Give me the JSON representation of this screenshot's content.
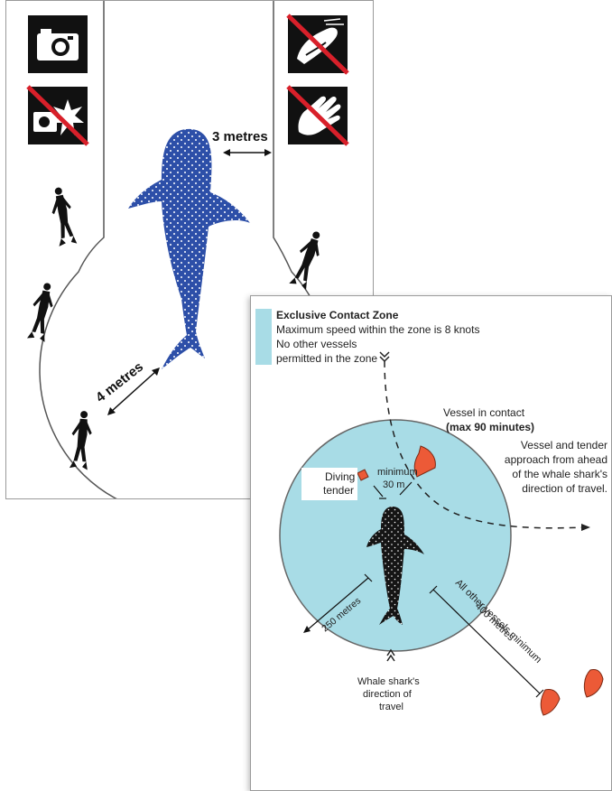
{
  "top_panel": {
    "distance_whale_side": "3 metres",
    "distance_whale_tail": "4 metres"
  },
  "bottom_panel": {
    "legend": {
      "title": "Exclusive Contact Zone",
      "line1": "Maximum speed within the zone is 8 knots",
      "line2": "No other vessels",
      "line3": "permitted in the zone"
    },
    "vessel_in_contact": "Vessel in contact",
    "vessel_in_contact_limit": "(max 90 minutes)",
    "approach_note_1": "Vessel and tender",
    "approach_note_2": "approach from ahead",
    "approach_note_3": "of the whale shark's",
    "approach_note_4": "direction of travel.",
    "diving_tender_1": "Diving",
    "diving_tender_2": "tender",
    "minimum_1": "minimum",
    "minimum_2": "30 m",
    "radius_label": "250 metres",
    "other_vessels_1": "All other vessels minimum",
    "other_vessels_2": "400 metres",
    "direction_1": "Whale shark's",
    "direction_2": "direction of",
    "direction_3": "travel"
  },
  "colors": {
    "zone_fill": "#a8dce6",
    "whale_blue": "#2d4fa8",
    "vessel_orange": "#ec5a37",
    "prohibited_red": "#d8202a",
    "pictogram_bg": "#111111"
  },
  "icons": [
    "camera-icon",
    "no-flash-camera-icon",
    "no-riding-icon",
    "no-touching-icon",
    "diver-icon"
  ]
}
